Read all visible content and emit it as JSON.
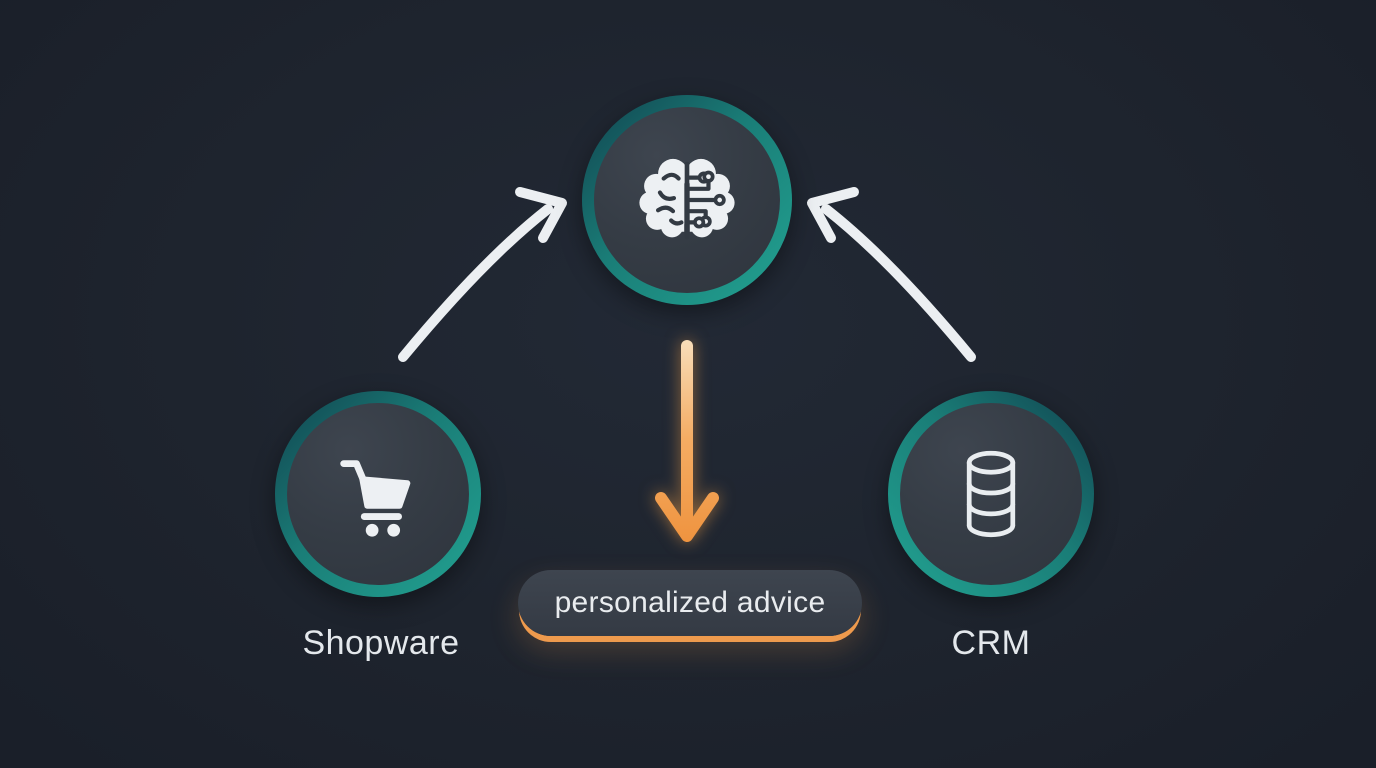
{
  "diagram": {
    "background_color": "#1e242e",
    "accent_teal": "#1d9488",
    "accent_orange": "#ee9a4d",
    "node_fill": "#353c45",
    "arrow_white": "#eceff2",
    "nodes": {
      "ai": {
        "icon": "brain-circuit-icon",
        "label": ""
      },
      "shopware": {
        "icon": "shopping-cart-icon",
        "label": "Shopware"
      },
      "crm": {
        "icon": "database-icon",
        "label": "CRM"
      }
    },
    "edges": [
      {
        "from": "shopware",
        "to": "ai",
        "style": "curved-white-arrow"
      },
      {
        "from": "crm",
        "to": "ai",
        "style": "curved-white-arrow"
      },
      {
        "from": "ai",
        "to": "output",
        "style": "straight-orange-arrow"
      }
    ],
    "output_badge": {
      "label": "personalized advice"
    }
  }
}
